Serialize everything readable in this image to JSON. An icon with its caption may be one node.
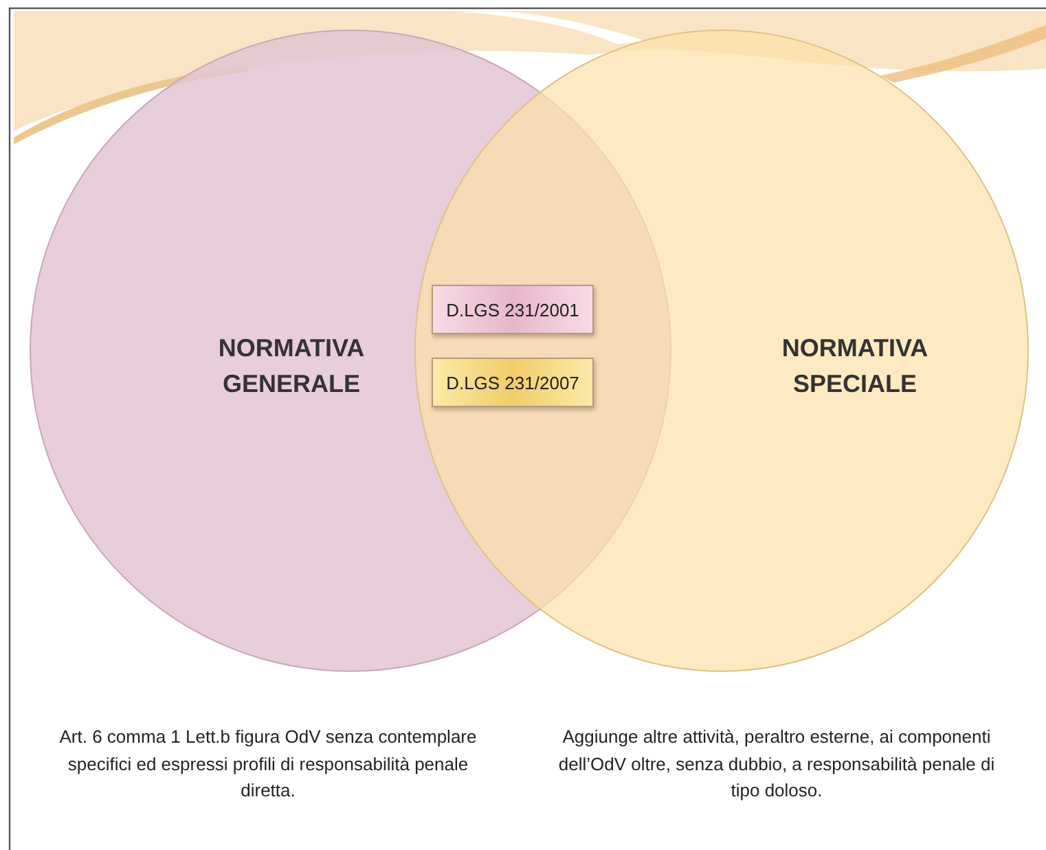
{
  "diagram": {
    "nodes": [
      {
        "text": [
          "NORMATIVA GENERALE"
        ],
        "beside": [
          "Art. 6 comma 1 Lett.b figura OdV senza contemplare specifici ed espressi profili di responsabilità penale diretta."
        ]
      },
      {
        "text": [
          "NORMATIVA SPECIALE"
        ],
        "beside": [
          "Aggiunge altre attività, peraltro esterne, ai componenti dell’OdV oltre, senza dubbio, a responsabilità penale di tipo doloso."
        ]
      },
      {
        "text": [
          "D.LGS 231/2001"
        ]
      },
      {
        "text": [
          "D.LGS 231/2007"
        ]
      }
    ]
  }
}
